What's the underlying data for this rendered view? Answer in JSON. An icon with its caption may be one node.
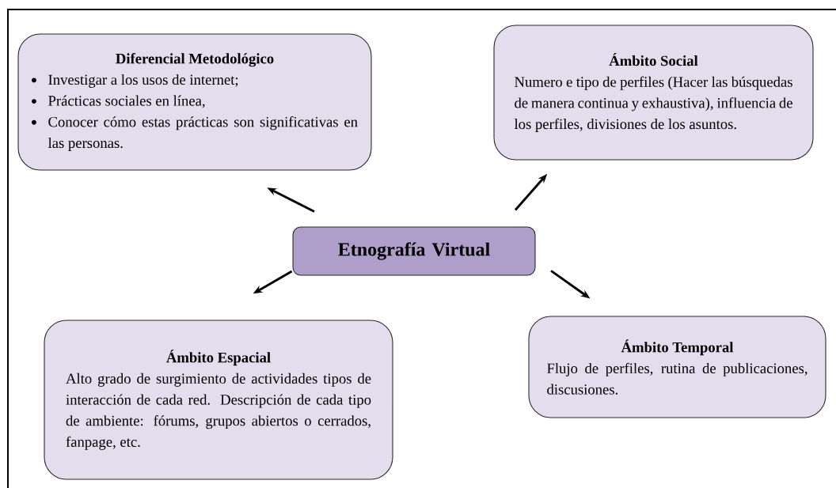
{
  "diagram": {
    "nodes": [
      {
        "text": [
          "Etnografía Virtual"
        ]
      },
      {
        "text": [
          "Diferencial Metodológico",
          "Investigar a los usos de internet;",
          "Prácticas sociales en línea,",
          "Conocer cómo estas prácticas son significativas en las personas."
        ]
      },
      {
        "text": [
          "Ámbito Social",
          "Numero e tipo de perfiles (Hacer las búsquedas de manera continua y exhaustiva), influencia de los perfiles, divisiones de los asuntos."
        ]
      },
      {
        "text": [
          "Ámbito Espacial",
          "Alto grado de surgimiento de actividades tipos de interacción de cada red. Descripción de cada tipo de ambiente: fórums, grupos abiertos o cerrados, fanpage, etc."
        ]
      },
      {
        "text": [
          "Ámbito Temporal",
          "Flujo de perfiles, rutina de publicaciones, discusiones."
        ]
      }
    ],
    "edges": [
      {
        "from": 0,
        "to": 1,
        "arrow": "to"
      },
      {
        "from": 0,
        "to": 2,
        "arrow": "to"
      },
      {
        "from": 0,
        "to": 3,
        "arrow": "to"
      },
      {
        "from": 0,
        "to": 4,
        "arrow": "to"
      }
    ]
  }
}
